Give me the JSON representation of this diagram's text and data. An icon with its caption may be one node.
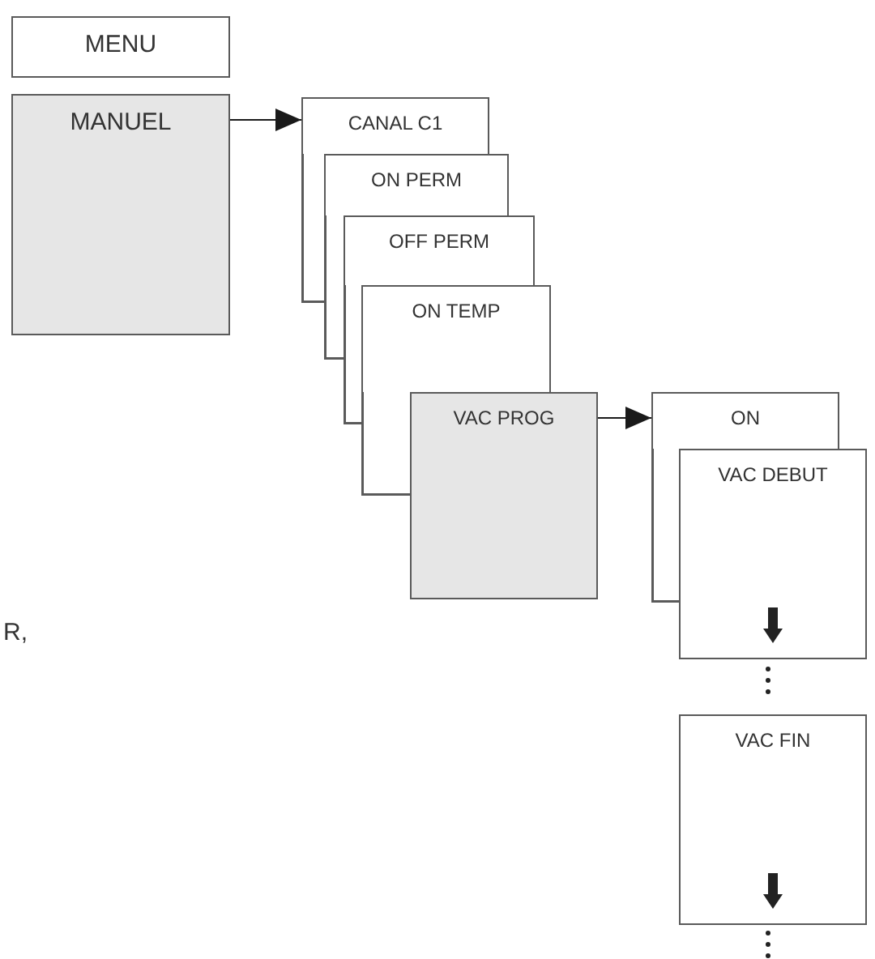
{
  "diagram": {
    "nodes": [
      {
        "text": [
          "MENU"
        ]
      },
      {
        "text": [
          "MANUEL"
        ]
      },
      {
        "text": [
          "CANAL C1"
        ]
      },
      {
        "text": [
          "ON PERM"
        ]
      },
      {
        "text": [
          "OFF PERM"
        ]
      },
      {
        "text": [
          "ON TEMP"
        ]
      },
      {
        "text": [
          "VAC PROG"
        ]
      },
      {
        "text": [
          "ON"
        ]
      },
      {
        "text": [
          "VAC DEBUT"
        ]
      },
      {
        "text": [
          "VAC FIN"
        ]
      }
    ],
    "edges": [
      {
        "from": 1,
        "to": 2,
        "arrow": "to"
      },
      {
        "from": 6,
        "to": 7,
        "arrow": "to"
      }
    ],
    "labels": [
      "R,"
    ]
  }
}
